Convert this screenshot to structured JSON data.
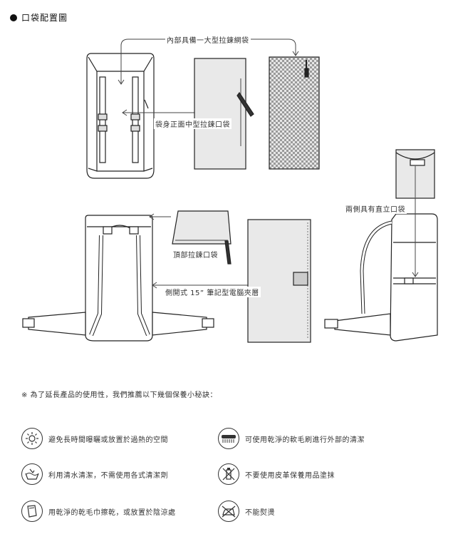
{
  "header": {
    "title": "口袋配置圖"
  },
  "callouts": {
    "inner_zip_mesh": "內部具備一大型拉鍊網袋",
    "front_zip_pocket": "袋身正面中型拉鍊口袋",
    "side_pockets": "兩側具有直立口袋",
    "top_zip_pocket": "頂部拉鍊口袋",
    "laptop_sleeve": "側開式 15” 筆記型電腦夾層"
  },
  "care": {
    "intro": "※ 為了延長產品的使用性，我們推薦以下幾個保養小秘訣：",
    "tips": [
      {
        "icon": "sun-icon",
        "text": "避免長時間曝曬或放置於過熱的空間"
      },
      {
        "icon": "brush-icon",
        "text": "可使用乾淨的軟毛刷進行外部的清潔"
      },
      {
        "icon": "hand-wash-icon",
        "text": "利用清水清潔，不需使用各式清潔劑"
      },
      {
        "icon": "no-leather-care-icon",
        "text": "不要使用皮革保養用品塗抹"
      },
      {
        "icon": "towel-icon",
        "text": "用乾淨的乾毛巾擦乾，或放置於陰涼處"
      },
      {
        "icon": "no-iron-icon",
        "text": "不能熨燙"
      }
    ]
  }
}
